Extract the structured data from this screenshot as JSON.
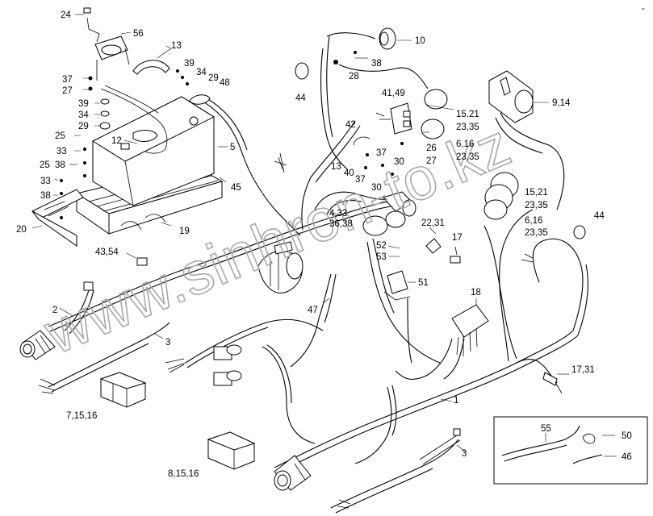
{
  "watermark": "www.sinhron-to.kz",
  "corner_mark": "-",
  "labels": {
    "l24": "24",
    "l56": "56",
    "l13a": "13",
    "l39a": "39",
    "l34a": "34",
    "l29a": "29",
    "l48": "48",
    "l37a": "37",
    "l27a": "27",
    "l39b": "39",
    "l34b": "34",
    "l29b": "29",
    "l12": "12",
    "l5": "5",
    "l25a": "25",
    "l33a": "33",
    "l25b": "25",
    "l38a": "38",
    "l33b": "33",
    "l38b": "38",
    "l20": "20",
    "l19": "19",
    "l45": "45",
    "l4354": "43,54",
    "l2": "2",
    "l3a": "3",
    "l71516": "7,15,16",
    "l81516": "8,15,16",
    "l47": "47",
    "l10": "10",
    "l38c": "38",
    "l28": "28",
    "l44a": "44",
    "l4149": "41,49",
    "l42": "42",
    "l1521a": "15,21",
    "l2335a": "23,35",
    "l26": "26",
    "l27b": "27",
    "l616a": "6,16",
    "l2335b": "23,35",
    "l37b": "37",
    "l30a": "30",
    "l13b": "13",
    "l40": "40",
    "l37c": "37",
    "l30b": "30",
    "l914": "9,14",
    "l1521b": "15,21",
    "l2335c": "23,35",
    "l616b": "6,16",
    "l2335d": "23,35",
    "l44b": "44",
    "l433": "4,33",
    "l3638": "36,38",
    "l2231": "22,31",
    "l17": "17",
    "l52": "52",
    "l53": "53",
    "l51": "51",
    "l18": "18",
    "l1731": "17,31",
    "l1": "1",
    "l3b": "3",
    "l55": "55",
    "l50": "50",
    "l46": "46"
  }
}
